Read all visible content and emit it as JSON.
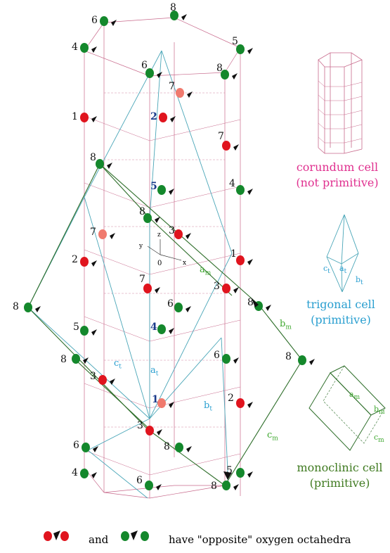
{
  "atom_labels": {
    "l1": "1",
    "l2": "2",
    "l3": "3",
    "l4": "4",
    "l5": "5",
    "l6": "6",
    "l7": "7",
    "l8": "8"
  },
  "vectors": {
    "a_m_main": {
      "base": "a",
      "sub": "m"
    },
    "b_m_main": {
      "base": "b",
      "sub": "m"
    },
    "c_m_main": {
      "base": "c",
      "sub": "m"
    },
    "a_t_main": {
      "base": "a",
      "sub": "t"
    },
    "b_t_main": {
      "base": "b",
      "sub": "t"
    },
    "c_t_main": {
      "base": "c",
      "sub": "t"
    }
  },
  "axes": {
    "x": "x",
    "y": "y",
    "z": "z",
    "origin": "0"
  },
  "cells": {
    "corundum": {
      "line1": "corundum cell",
      "line2": "(not primitive)"
    },
    "trigonal": {
      "line1": "trigonal cell",
      "line2": "(primitive)"
    },
    "monoclinic": {
      "line1": "monoclinic cell",
      "line2": "(primitive)"
    }
  },
  "legend": {
    "and": "and",
    "text": "have \"opposite\" oxygen octahedra"
  },
  "colors": {
    "red_atom": "#e0141e",
    "light_red_atom": "#f07a6e",
    "green_atom": "#14882c",
    "corundum_line": "#c86a8c",
    "trigonal_line": "#4aa6b8",
    "monoclinic_line": "#2e6e2a"
  }
}
